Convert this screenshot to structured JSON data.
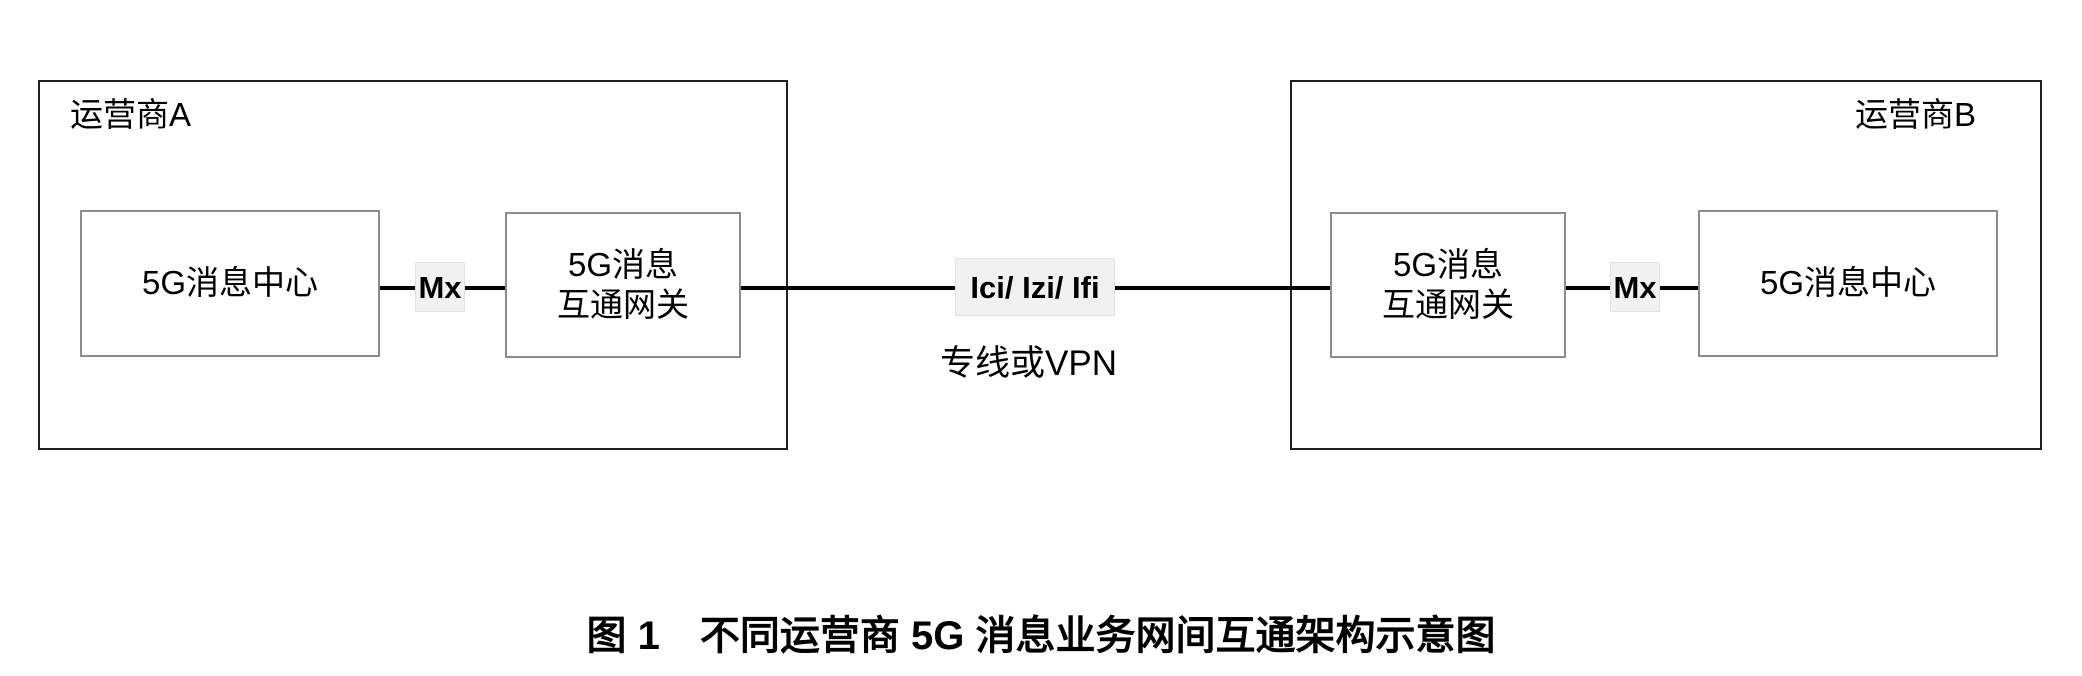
{
  "figure": {
    "caption": "图 1　不同运营商 5G 消息业务网间互通架构示意图"
  },
  "operators": {
    "a": {
      "label": "运营商A",
      "nodes": {
        "message_center": "5G消息中心",
        "interworking_gateway": "5G消息\n互通网关"
      },
      "internal_interface": "Mx"
    },
    "b": {
      "label": "运营商B",
      "nodes": {
        "interworking_gateway": "5G消息\n互通网关",
        "message_center": "5G消息中心"
      },
      "internal_interface": "Mx"
    }
  },
  "interconnect": {
    "interface_label": "Ici/ Izi/ Ifi",
    "transport_note": "专线或VPN"
  },
  "colors": {
    "outline": "#231f20",
    "node_outline": "#8c8c8c",
    "line": "#000000",
    "label_chip_bg": "#f1f1f1",
    "background": "#ffffff"
  }
}
